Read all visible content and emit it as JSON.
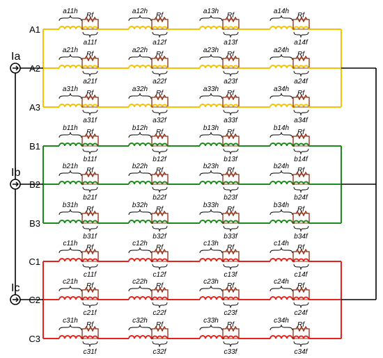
{
  "colors": {
    "phase_a": "#f5c400",
    "phase_b": "#1a8a1a",
    "phase_c": "#e8221b",
    "wire": "#000000",
    "resistor": "#8b2a10"
  },
  "resistor_label": "Rf",
  "phases": [
    {
      "source": "Ia",
      "color_key": "phase_a",
      "rows": [
        {
          "label": "A1",
          "h": [
            "a11h",
            "a12h",
            "a13h",
            "a14h"
          ],
          "f": [
            "a11f",
            "a12f",
            "a13f",
            "a14f"
          ]
        },
        {
          "label": "A2",
          "h": [
            "a21h",
            "a22h",
            "a23h",
            "a24h"
          ],
          "f": [
            "a21f",
            "a22f",
            "a23f",
            "a24f"
          ]
        },
        {
          "label": "A3",
          "h": [
            "a31h",
            "a32h",
            "a33h",
            "a34h"
          ],
          "f": [
            "a31f",
            "a32f",
            "a33f",
            "a34f"
          ]
        }
      ]
    },
    {
      "source": "Ib",
      "color_key": "phase_b",
      "rows": [
        {
          "label": "B1",
          "h": [
            "b11h",
            "b12h",
            "b13h",
            "b14h"
          ],
          "f": [
            "b11f",
            "b12f",
            "b13f",
            "b14f"
          ]
        },
        {
          "label": "B2",
          "h": [
            "b21h",
            "b22h",
            "b23h",
            "b24h"
          ],
          "f": [
            "b21f",
            "b22f",
            "b23f",
            "b24f"
          ]
        },
        {
          "label": "B3",
          "h": [
            "b31h",
            "b32h",
            "b33h",
            "b34h"
          ],
          "f": [
            "b31f",
            "b32f",
            "b33f",
            "b34f"
          ]
        }
      ]
    },
    {
      "source": "Ic",
      "color_key": "phase_c",
      "rows": [
        {
          "label": "C1",
          "h": [
            "c11h",
            "c12h",
            "c13h",
            "c14h"
          ],
          "f": [
            "c11f",
            "c12f",
            "c13f",
            "c14f"
          ]
        },
        {
          "label": "C2",
          "h": [
            "c21h",
            "c22h",
            "c23h",
            "c24h"
          ],
          "f": [
            "c21f",
            "c22f",
            "c23f",
            "c24f"
          ]
        },
        {
          "label": "C3",
          "h": [
            "c31h",
            "c32h",
            "c33h",
            "c34h"
          ],
          "f": [
            "c31f",
            "c32f",
            "c33f",
            "c34f"
          ]
        }
      ]
    }
  ]
}
